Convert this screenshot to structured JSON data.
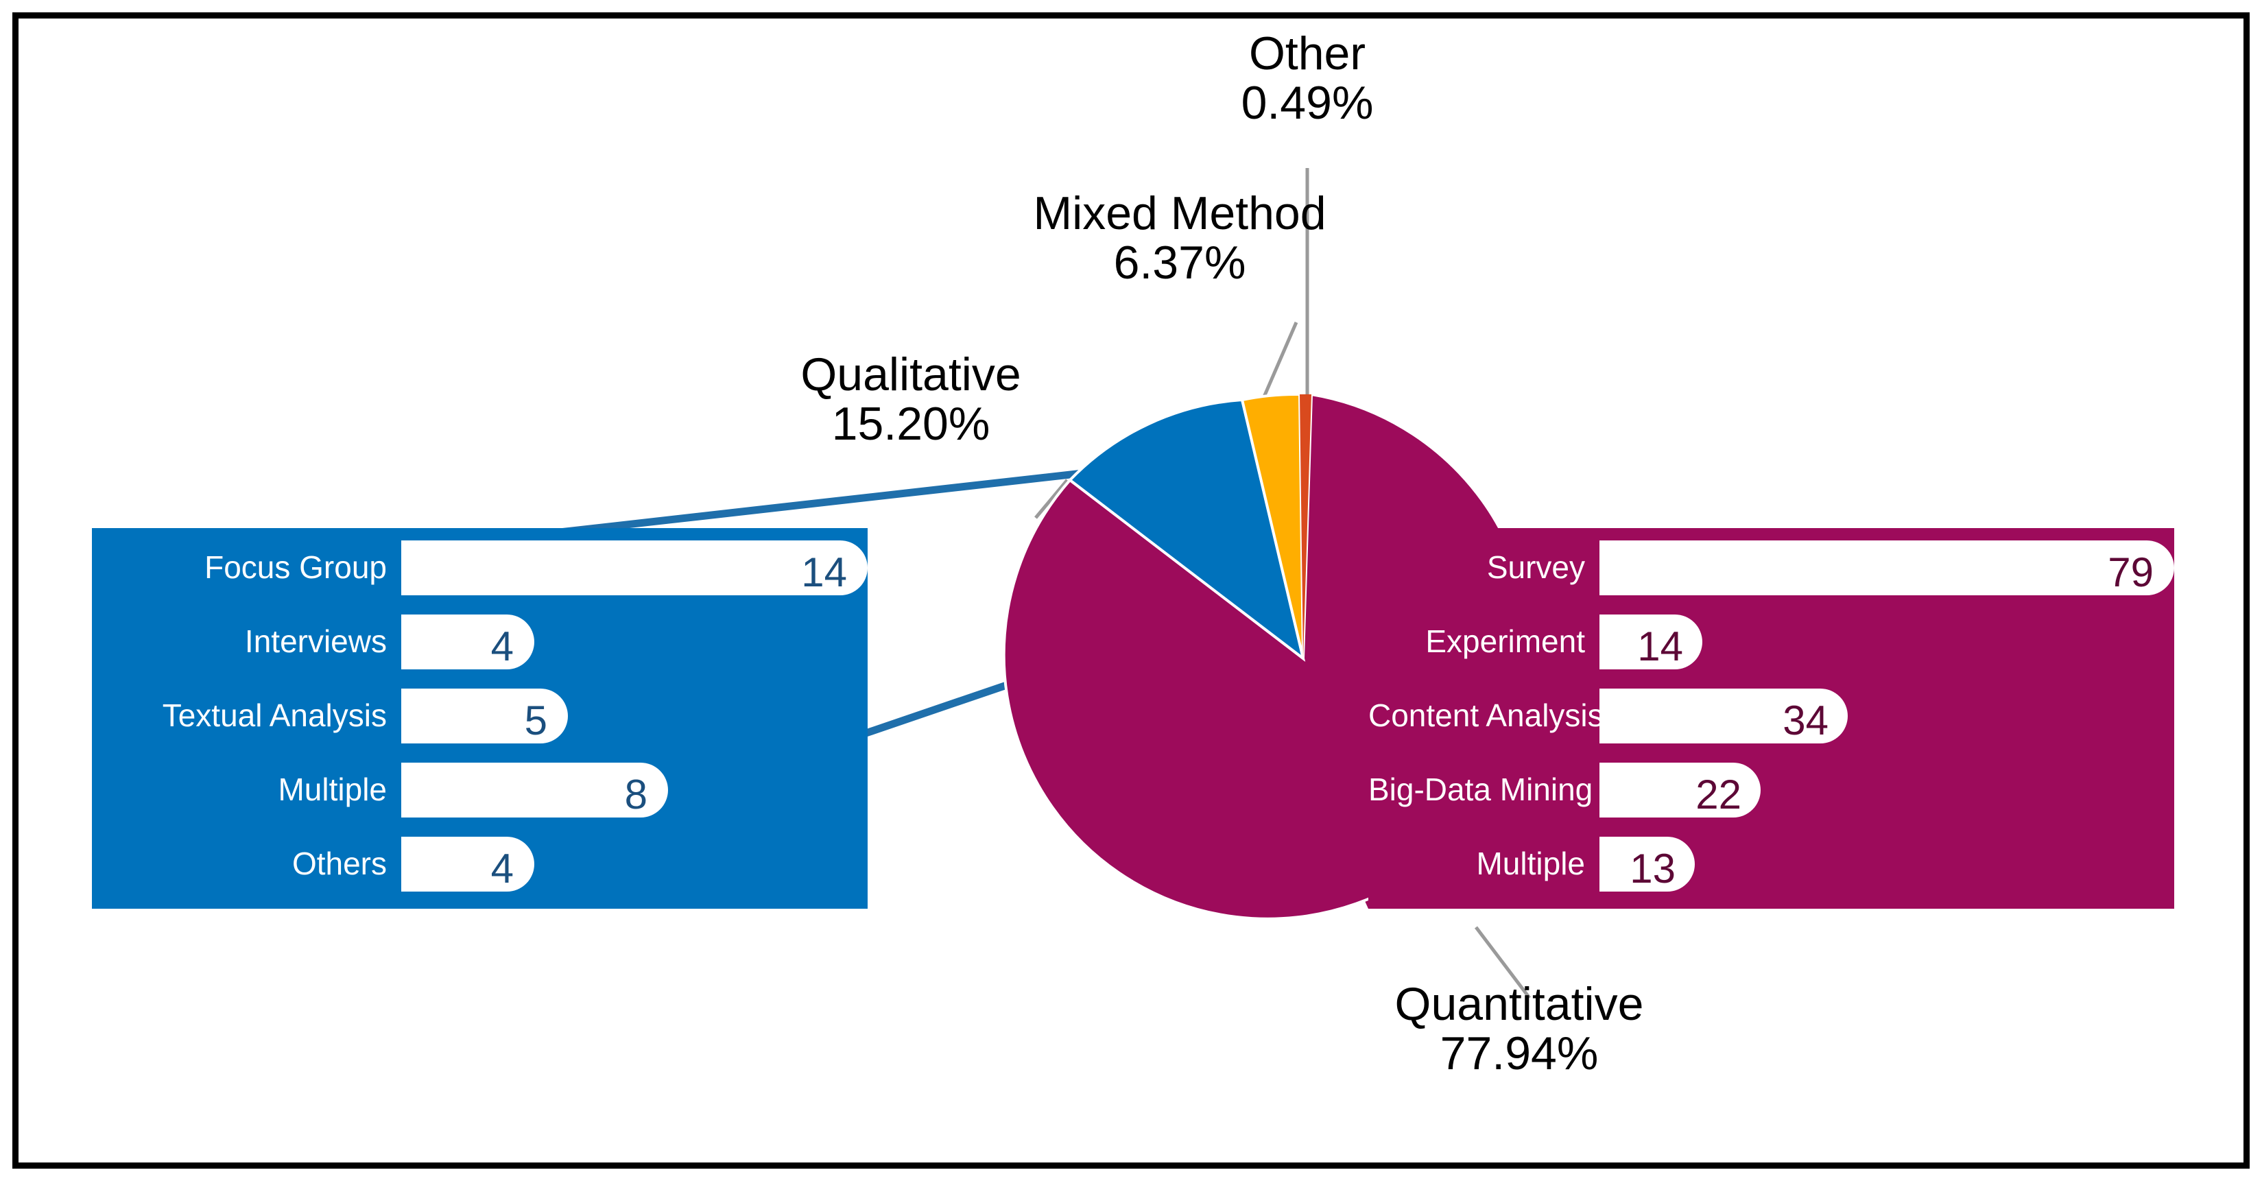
{
  "chart_data": {
    "type": "pie",
    "title": "",
    "grid": false,
    "legend_position": "none",
    "labels": [
      "Quantitative",
      "Qualitative",
      "Mixed Method",
      "Other"
    ],
    "values": [
      77.94,
      15.2,
      6.37,
      0.49
    ],
    "value_unit": "%",
    "value_labels": [
      "77.94%",
      "15.20%",
      "6.37%",
      "0.49%"
    ],
    "colors": [
      "#9D0B5B",
      "#0072BC",
      "#FFAE00",
      "#D94A1E"
    ],
    "slices": [
      {
        "label": "Quantitative",
        "value": 77.94,
        "value_label": "77.94%",
        "color": "#9D0B5B"
      },
      {
        "label": "Qualitative",
        "value": 15.2,
        "value_label": "15.20%",
        "color": "#0072BC"
      },
      {
        "label": "Mixed Method",
        "value": 6.37,
        "value_label": "6.37%",
        "color": "#FFAE00"
      },
      {
        "label": "Other",
        "value": 0.49,
        "value_label": "0.49%",
        "color": "#D94A1E"
      }
    ],
    "breakouts": [
      {
        "parent": "Qualitative",
        "color": "#0072BC",
        "type": "bar",
        "orientation": "horizontal",
        "categories": [
          "Focus Group",
          "Interviews",
          "Textual Analysis",
          "Multiple",
          "Others"
        ],
        "values": [
          14,
          4,
          5,
          8,
          4
        ]
      },
      {
        "parent": "Quantitative",
        "color": "#9D0B5B",
        "type": "bar",
        "orientation": "horizontal",
        "categories": [
          "Survey",
          "Experiment",
          "Content Analysis",
          "Big-Data Mining",
          "Multiple"
        ],
        "values": [
          79,
          14,
          34,
          22,
          13
        ]
      }
    ]
  },
  "pie": {
    "callouts": {
      "other": {
        "label": "Other",
        "value": "0.49%"
      },
      "mixed_method": {
        "label": "Mixed Method",
        "value": "6.37%"
      },
      "qualitative": {
        "label": "Qualitative",
        "value": "15.20%"
      },
      "quantitative": {
        "label": "Quantitative",
        "value": "77.94%"
      }
    }
  },
  "qualitative_box": {
    "accent": "#0072BC",
    "rows": [
      {
        "label": "Focus Group",
        "value": "14"
      },
      {
        "label": "Interviews",
        "value": "4"
      },
      {
        "label": "Textual Analysis",
        "value": "5"
      },
      {
        "label": "Multiple",
        "value": "8"
      },
      {
        "label": "Others",
        "value": "4"
      }
    ]
  },
  "quantitative_box": {
    "accent": "#9D0B5B",
    "rows": [
      {
        "label": "Survey",
        "value": "79"
      },
      {
        "label": "Experiment",
        "value": "14"
      },
      {
        "label": "Content Analysis",
        "value": "34"
      },
      {
        "label": "Big-Data Mining",
        "value": "22"
      },
      {
        "label": "Multiple",
        "value": "13"
      }
    ]
  }
}
